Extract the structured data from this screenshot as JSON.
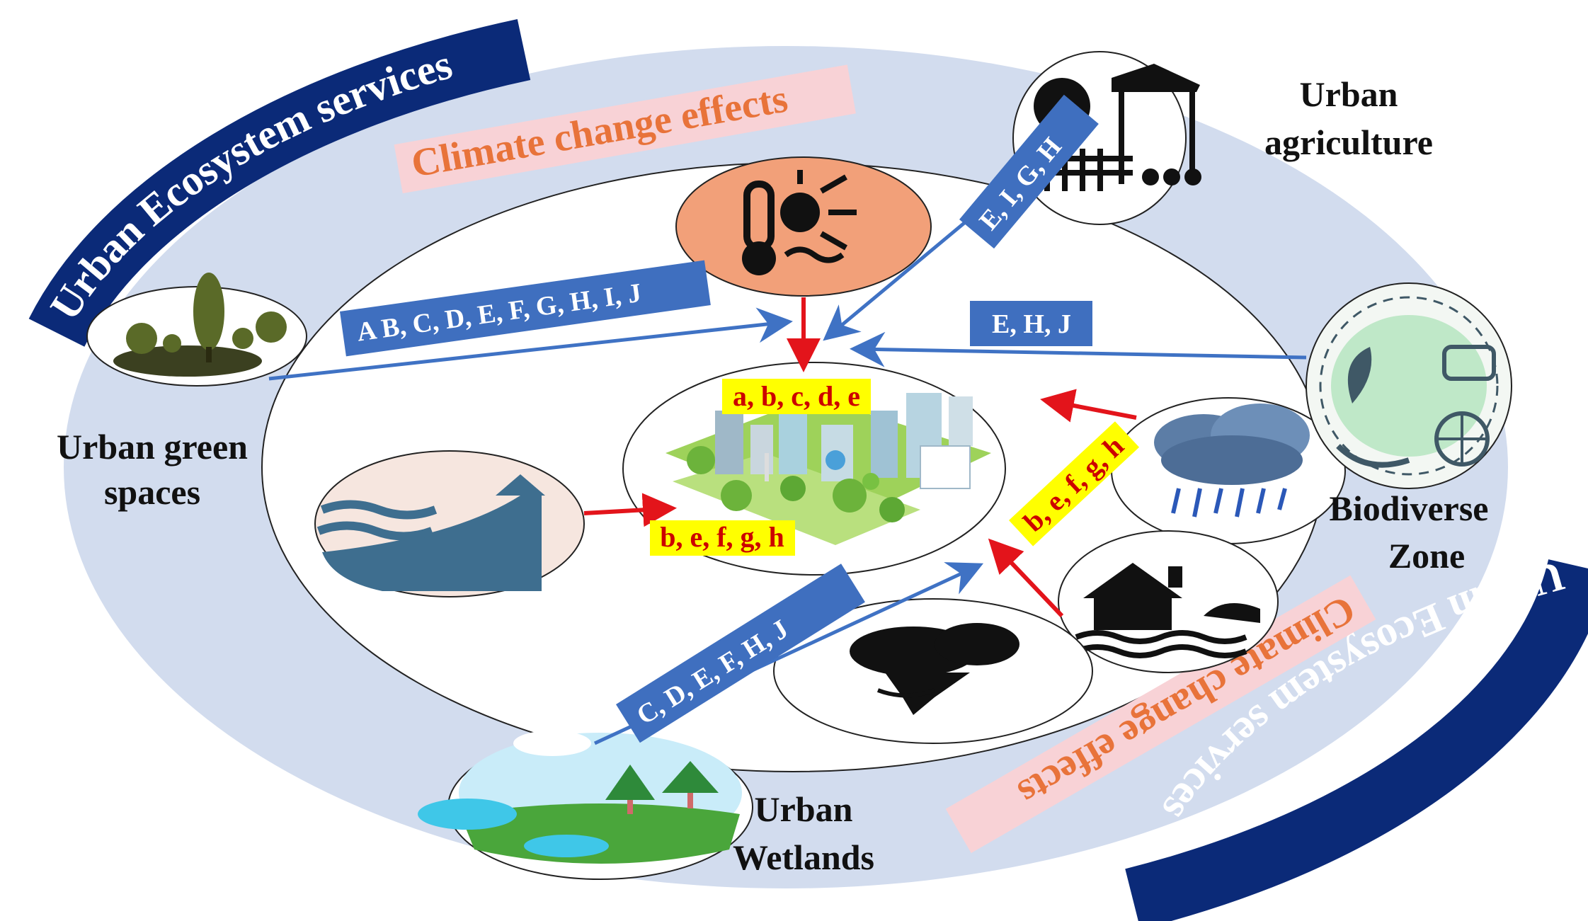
{
  "colors": {
    "outer_ring": "#d2dcee",
    "service_arrow": "#3f72c4",
    "service_box": "#3f6fbf",
    "hazard_arrow": "#e3141b",
    "hazard_label_bg": "#ffff00",
    "hazard_label_text": "#cc0000",
    "banner_bg": "#0b2a78",
    "climate_text": "#e8733a",
    "climate_bg": "#f8d2d6"
  },
  "banners": {
    "top_left": "Urban Ecosystem services",
    "bottom_right": "Urban Ecosystem services"
  },
  "climate_labels": {
    "top": "Climate change effects",
    "bottom": "Climate change effects"
  },
  "nodes": {
    "green_spaces": {
      "line1": "Urban green",
      "line2": "spaces",
      "icon": "trees-icon"
    },
    "agriculture": {
      "line1": "Urban",
      "line2": "agriculture",
      "icon": "farm-icon"
    },
    "biodiverse": {
      "line1": "Biodiverse",
      "line2": "Zone",
      "icon": "biodiversity-icon"
    },
    "wetlands": {
      "line1": "Urban",
      "line2": "Wetlands",
      "icon": "wetland-icon"
    }
  },
  "service_codes": {
    "green_spaces": "A B, C, D, E, F, G, H, I, J",
    "agriculture": "E, I, G, H",
    "biodiverse": "E, H, J",
    "wetlands": "C, D, E, F, H, J"
  },
  "hazard_codes": {
    "heat": "a, b, c, d, e",
    "sea": "b, e, f, g, h",
    "storm": "b, e, f, g, h"
  },
  "hazard_icons": [
    "thermometer-sun-icon",
    "sea-level-icon",
    "rain-cloud-icon",
    "flood-icon",
    "tornado-icon"
  ],
  "center_icon": "green-city-icon"
}
